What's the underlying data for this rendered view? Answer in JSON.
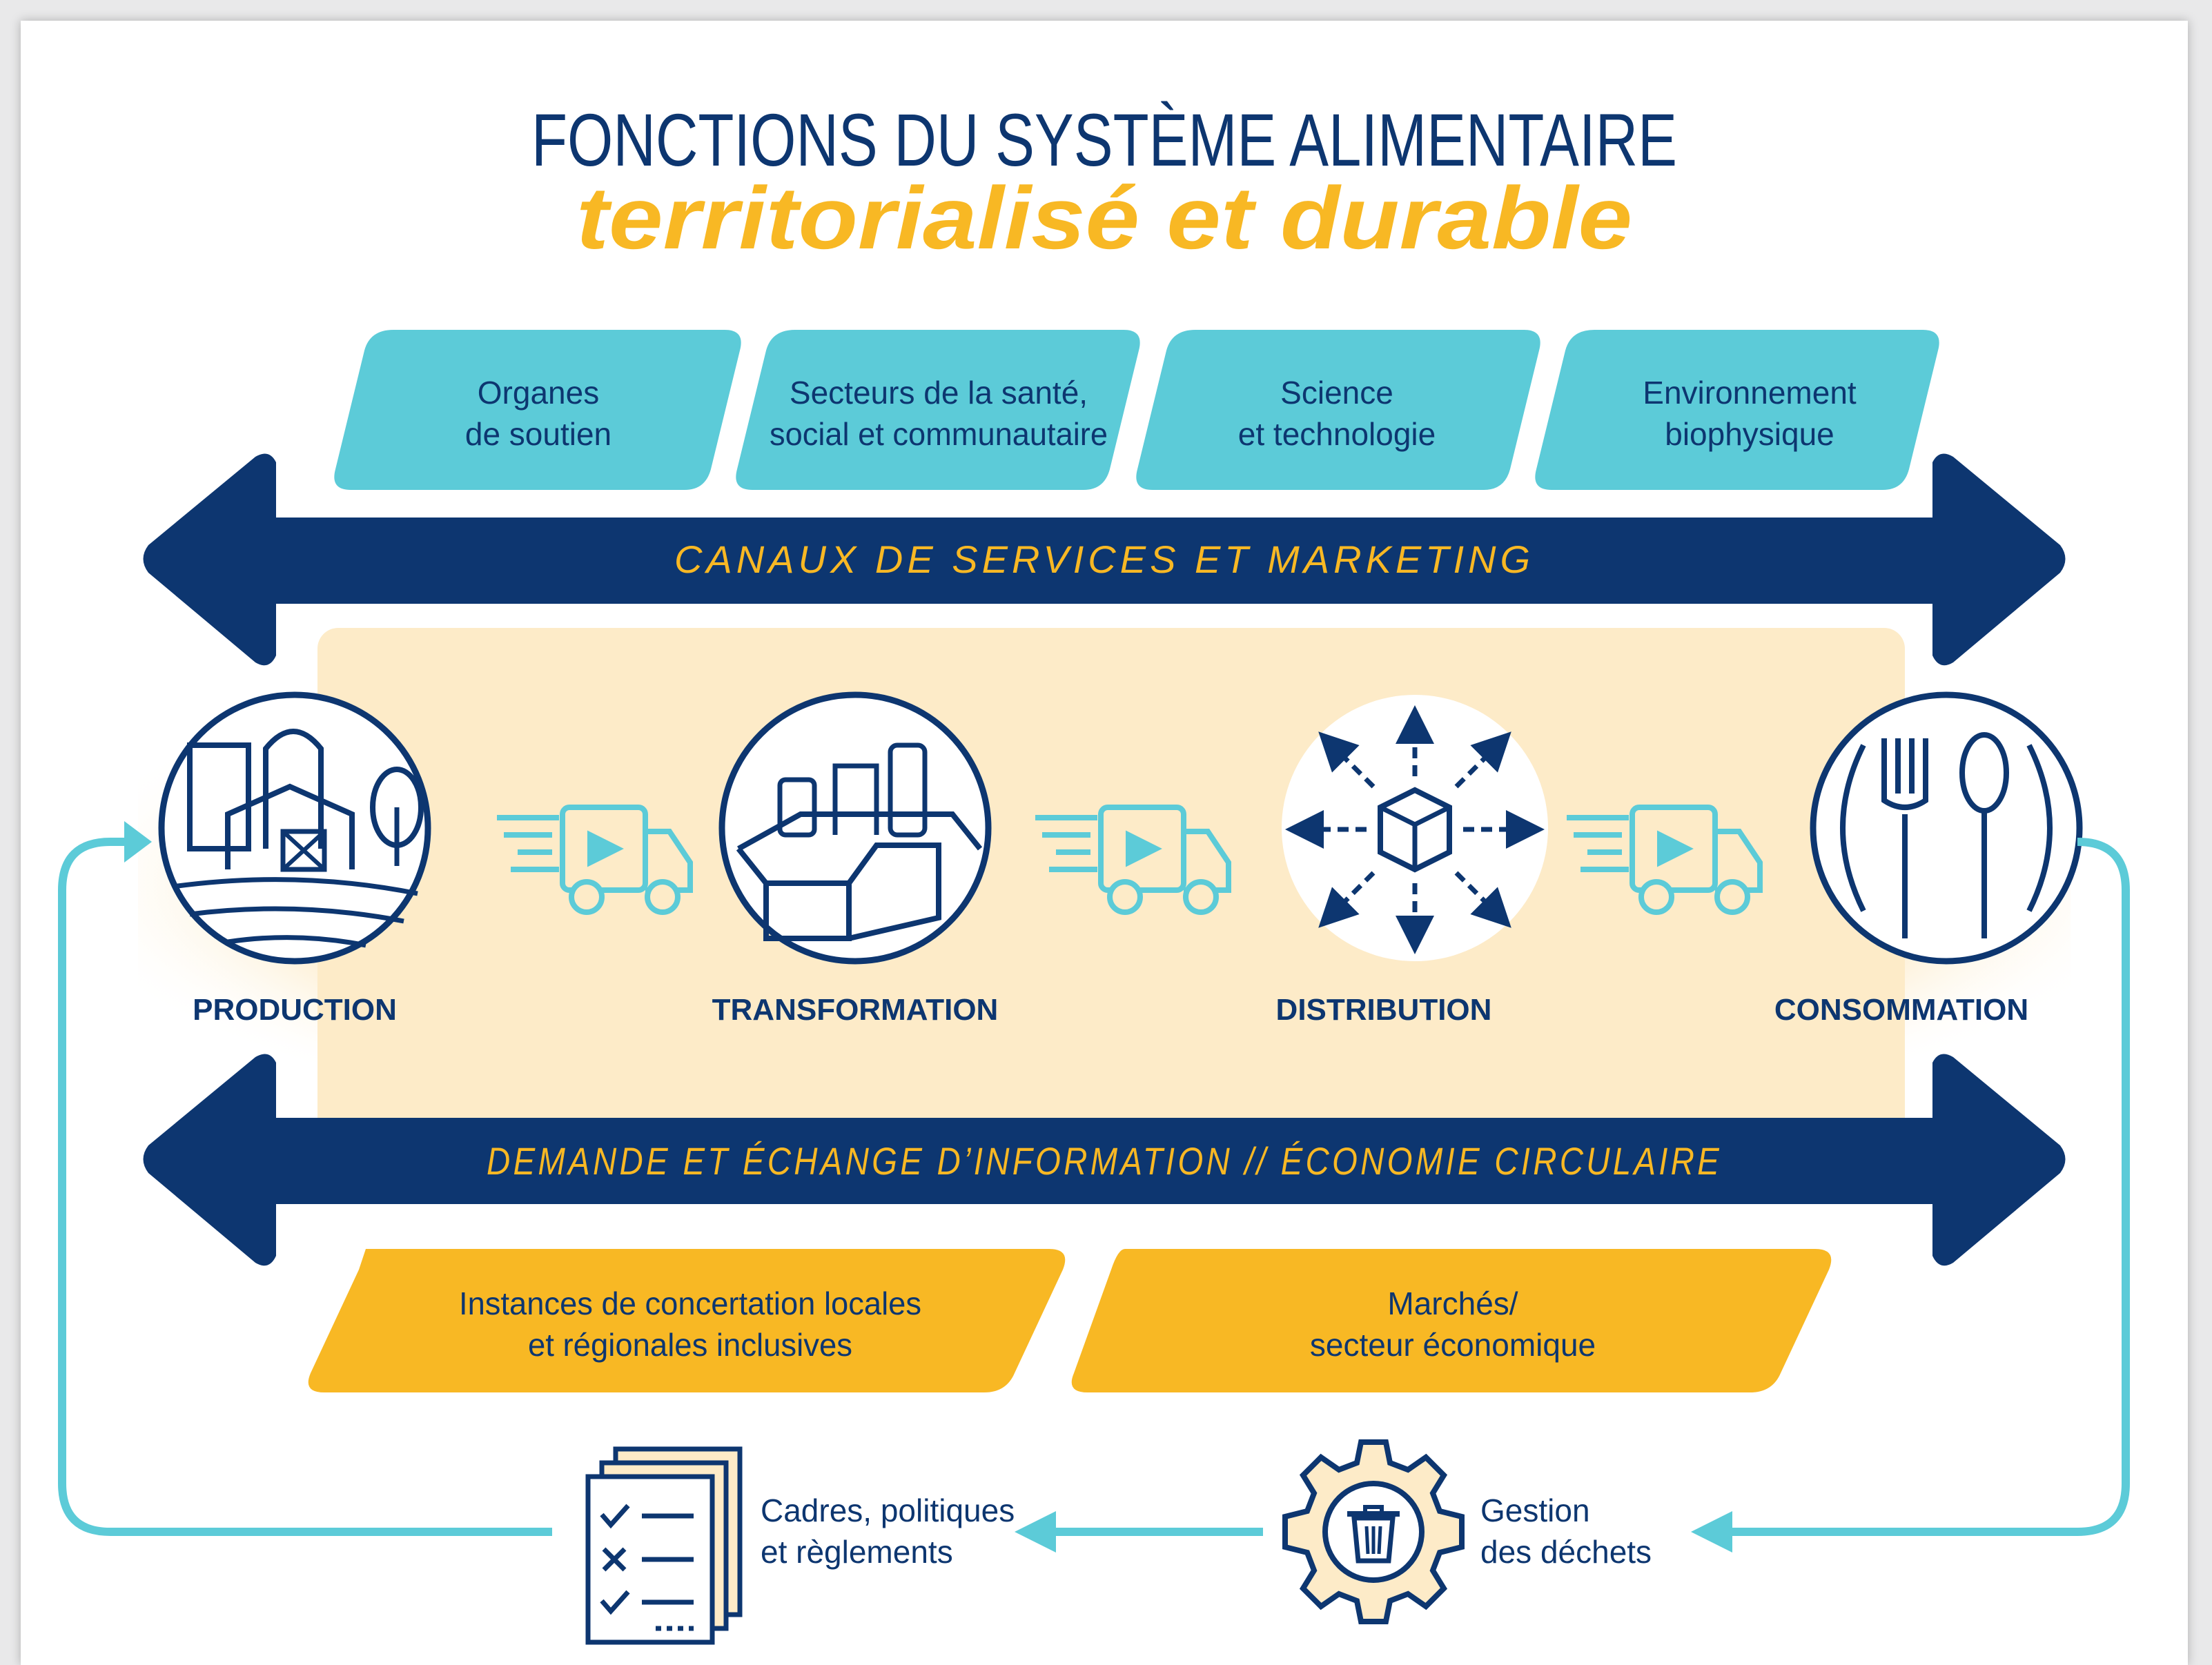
{
  "title": {
    "line1": "FONCTIONS DU SYSTÈME ALIMENTAIRE",
    "line2": "territorialisé et durable"
  },
  "top_boxes": [
    {
      "line1": "Organes",
      "line2": "de soutien"
    },
    {
      "line1": "Secteurs de la santé,",
      "line2": "social et communautaire"
    },
    {
      "line1": "Science",
      "line2": "et technologie"
    },
    {
      "line1": "Environnement",
      "line2": "biophysique"
    }
  ],
  "arrows": {
    "top_label": "CANAUX DE SERVICES ET MARKETING",
    "bottom_label": "DEMANDE ET ÉCHANGE D’INFORMATION // ÉCONOMIE CIRCULAIRE"
  },
  "stages": [
    "PRODUCTION",
    "TRANSFORMATION",
    "DISTRIBUTION",
    "CONSOMMATION"
  ],
  "bottom_boxes": [
    {
      "line1": "Instances de concertation locales",
      "line2": "et régionales inclusives"
    },
    {
      "line1": "Marchés/",
      "line2": "secteur économique"
    }
  ],
  "loop": {
    "waste": {
      "line1": "Gestion",
      "line2": "des déchets"
    },
    "policy": {
      "line1": "Cadres, politiques",
      "line2": "et règlements"
    }
  },
  "colors": {
    "navy": "#0d3670",
    "yellow": "#f8b824",
    "teal": "#5ccbd8",
    "cream": "#fdebc8"
  }
}
